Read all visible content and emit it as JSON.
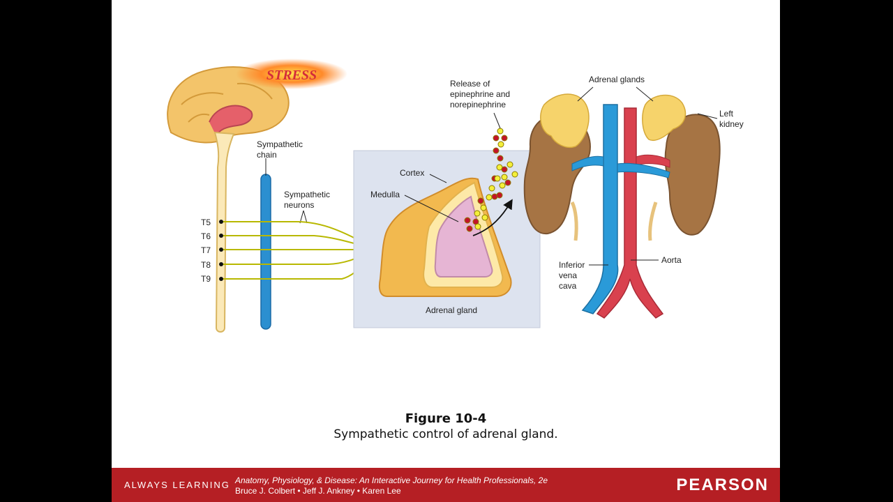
{
  "figure": {
    "stress_label": "STRESS",
    "sympathetic_chain_label": [
      "Sympathetic",
      "chain"
    ],
    "sympathetic_neurons_label": [
      "Sympathetic",
      "neurons"
    ],
    "vertebrae": [
      "T5",
      "T6",
      "T7",
      "T8",
      "T9"
    ],
    "release_label": [
      "Release of",
      "epinephrine and",
      "norepinephrine"
    ],
    "cortex_label": "Cortex",
    "medulla_label": "Medulla",
    "adrenal_gland_label": "Adrenal gland",
    "adrenal_glands_label": "Adrenal glands",
    "left_kidney_label": [
      "Left",
      "kidney"
    ],
    "ivc_label": [
      "Inferior",
      "vena",
      "cava"
    ],
    "aorta_label": "Aorta",
    "colors": {
      "brain": "#f3c46a",
      "spinal_cord": "#fbe9b8",
      "chain": "#2b8fd0",
      "nerve": "#b8b800",
      "panel": "#dde3ef",
      "kidney": "#a67444",
      "vena_cava": "#2a9ad8",
      "aorta": "#d9414e",
      "footer": "#b51f24"
    }
  },
  "caption": {
    "title": "Figure 10-4",
    "subtitle": "Sympathetic control of adrenal gland."
  },
  "footer": {
    "always_learning": "ALWAYS LEARNING",
    "book_title": "Anatomy, Physiology, & Disease: An Interactive Journey for Health Professionals, 2e",
    "authors": "Bruce J. Colbert • Jeff J. Ankney • Karen Lee",
    "publisher": "PEARSON"
  }
}
